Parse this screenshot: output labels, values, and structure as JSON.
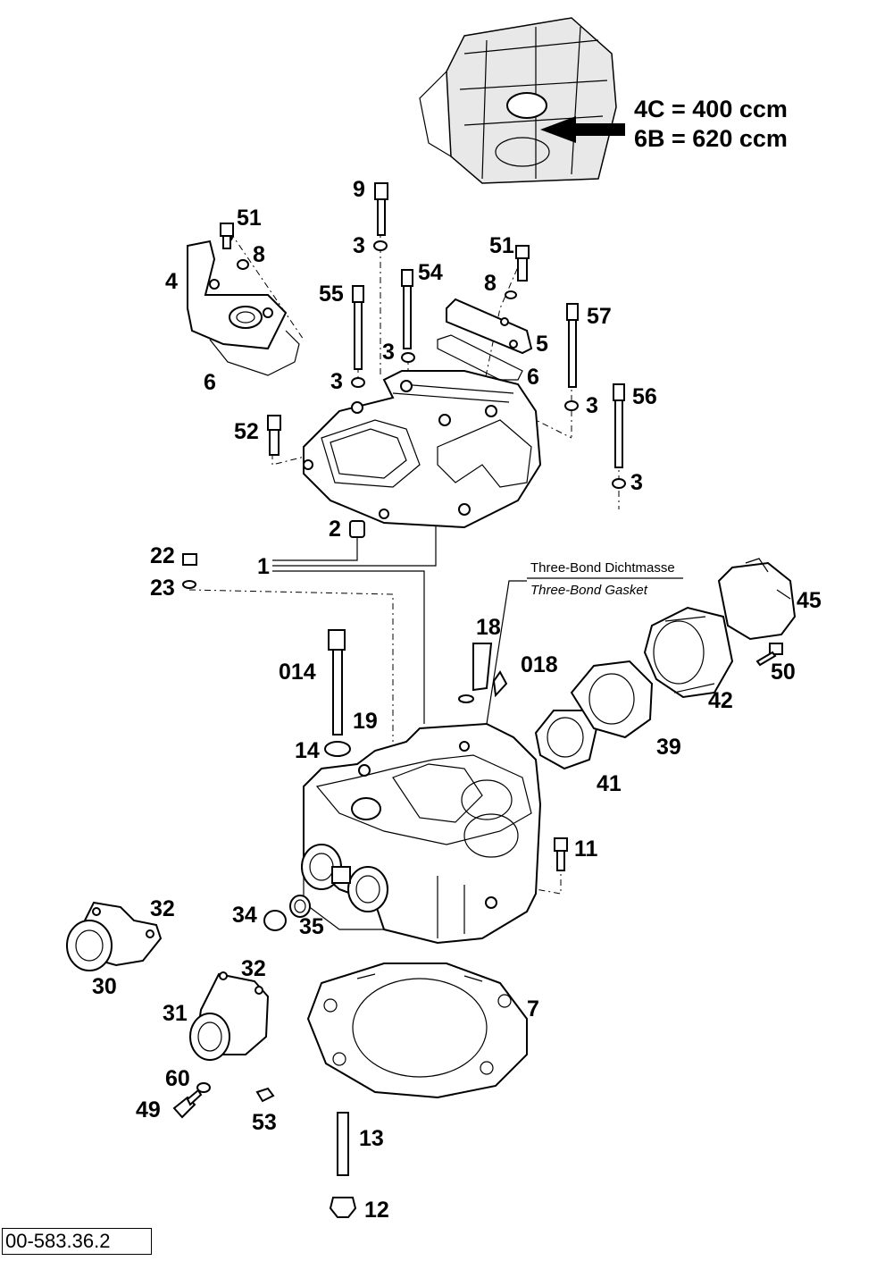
{
  "engine_codes": [
    {
      "text": "4C = 400 ccm"
    },
    {
      "text": "6B = 620 ccm"
    }
  ],
  "note": {
    "line1": "Three-Bond Dichtmasse",
    "line2": "Three-Bond Gasket"
  },
  "document_number": "00-583.36.2",
  "callouts": {
    "c1": "1",
    "c2": "2",
    "c3a": "3",
    "c3b": "3",
    "c3c": "3",
    "c3d": "3",
    "c3e": "3",
    "c4": "4",
    "c5": "5",
    "c6a": "6",
    "c6b": "6",
    "c7": "7",
    "c8a": "8",
    "c8b": "8",
    "c9": "9",
    "c11": "11",
    "c12": "12",
    "c13": "13",
    "c14": "14",
    "c014": "014",
    "c18": "18",
    "c018": "018",
    "c19": "19",
    "c22": "22",
    "c23": "23",
    "c30": "30",
    "c31": "31",
    "c32a": "32",
    "c32b": "32",
    "c34": "34",
    "c35": "35",
    "c39": "39",
    "c41": "41",
    "c42": "42",
    "c45": "45",
    "c49": "49",
    "c50": "50",
    "c51a": "51",
    "c51b": "51",
    "c52": "52",
    "c53": "53",
    "c54": "54",
    "c55": "55",
    "c56": "56",
    "c57": "57",
    "c60": "60"
  }
}
